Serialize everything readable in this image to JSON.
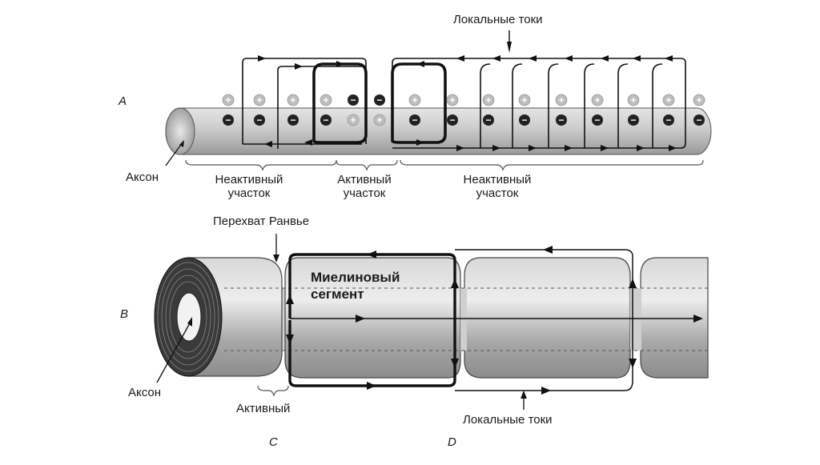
{
  "panel_a": {
    "letter": "A",
    "local_currents": "Локальные токи",
    "axon": "Аксон",
    "inactive_left": [
      "Неактивный",
      "участок"
    ],
    "active": [
      "Активный",
      "участок"
    ],
    "inactive_right": [
      "Неактивный",
      "участок"
    ],
    "charge_plus": "+",
    "charge_minus": "−"
  },
  "panel_b": {
    "letter": "B",
    "node_of_ranvier": "Перехват Ранвье",
    "myelin_segment": [
      "Миелиновый",
      "сегмент"
    ],
    "axon": "Аксон",
    "active": "Активный",
    "local_currents": "Локальные токи",
    "letter_c": "C",
    "letter_d": "D"
  },
  "colors": {
    "line": "#111111",
    "axon_fill": "#c9c9c9",
    "plus_fill": "#b5b5b5",
    "minus_fill": "#222222",
    "myelin_fill": "#b8b8b8"
  }
}
